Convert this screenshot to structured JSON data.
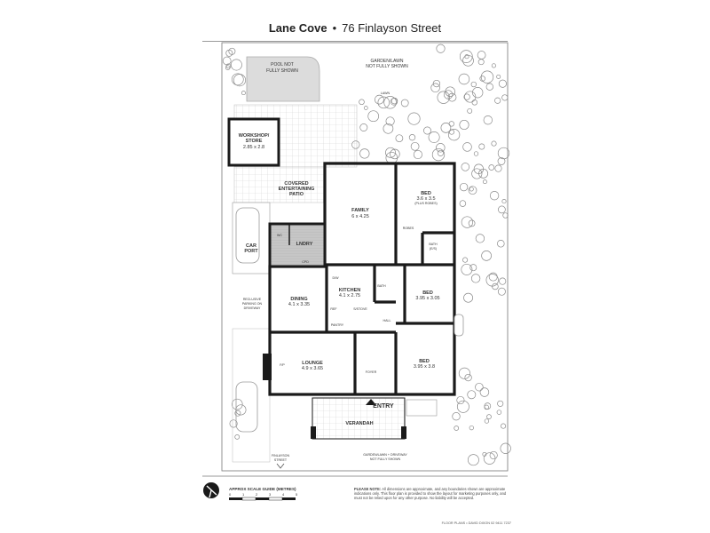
{
  "header": {
    "suburb": "Lane Cove",
    "separator": "•",
    "address": "76 Finlayson Street"
  },
  "labels": {
    "pool": [
      "POOL NOT",
      "FULLY SHOWN"
    ],
    "garden_top": [
      "GARDEN/LAWN",
      "NOT FULLY SHOWN"
    ],
    "lawn": "LAWN",
    "workshop": [
      "WORKSHOP/",
      "STORE"
    ],
    "workshop_dim": "2.85 x 2.8",
    "patio": [
      "COVERED",
      "ENTERTAINING",
      "PATIO"
    ],
    "family": "FAMILY",
    "family_dim": "6 x 4.25",
    "bed1": "BED",
    "bed1_dim": "3.6 x 3.5",
    "bed1_note": "(PLUS ROBES)",
    "robes": "ROBES",
    "bath_ensuite": [
      "BATH",
      "(E/S)"
    ],
    "wc": "WC",
    "laundry": "LNDRY",
    "carport": [
      "CAR",
      "PORT"
    ],
    "cpd": "CPD",
    "dw": "D/W",
    "kitchen": "KITCHEN",
    "kitchen_dim": "4.1 x 2.75",
    "bath": "BATH",
    "bed2": "BED",
    "bed2_dim": "3.95 x 3.05",
    "dining": "DINING",
    "dining_dim": "4.1 x 3.35",
    "pantry": "PANTRY",
    "stove": "S/STOVE",
    "ref": "REF",
    "hall": "HALL",
    "lounge": "LOUNGE",
    "lounge_dim": "4.9 x 3.65",
    "fp": "F/P",
    "bed3": "BED",
    "bed3_dim": "3.95 x 3.8",
    "foyer": "FOYER",
    "entry": "ENTRY",
    "verandah": "VERANDAH",
    "driveway_note": [
      "RECLUSIVE",
      "PARKING ON",
      "DRIVEWAY"
    ],
    "street": [
      "FINLAYSON",
      "STREET"
    ],
    "garden_bottom": [
      "GARDEN/LAWN + DRIVEWAY",
      "NOT FULLY SHOWN"
    ]
  },
  "footer": {
    "scale_title": "APPROX SCALE GUIDE (METRES)",
    "scale_ticks": [
      "0",
      "1",
      "2",
      "3",
      "4",
      "5"
    ],
    "note_heading": "PLEASE NOTE:",
    "note_body": "All dimensions are approximate, and any boundaries shown are approximate indications only. This floor plan is provided to show the layout for marketing purposes only, and must not be relied upon for any other purpose. No liability will be accepted.",
    "credit": "FLOOR PLANS • DAVID DIXON 02 9411 7237"
  },
  "colors": {
    "wall": "#1a1a1a",
    "paving_line": "#c9c9c9",
    "foliage": "#8a8a8a",
    "laundry_floor": "#bdbdbd"
  }
}
